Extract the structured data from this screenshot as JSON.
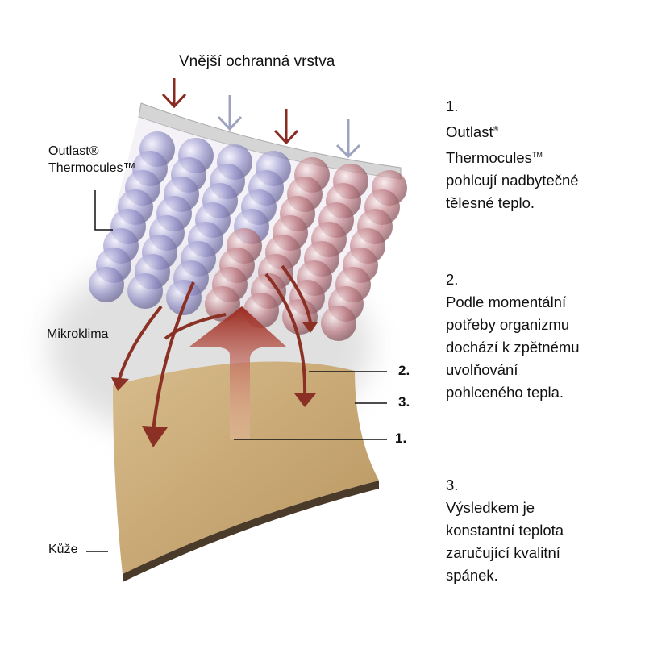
{
  "title": "Vnější ochranná vrstva",
  "labels": {
    "outlast": "Outlast®",
    "thermocules": "Thermocules™",
    "mikroklima": "Mikroklima",
    "kuze": "Kůže",
    "num2": "2.",
    "num3": "3.",
    "num1": "1."
  },
  "steps": [
    {
      "number": "1.",
      "lines": [
        "Outlast",
        "Thermocules",
        "pohlcují nadbytečné",
        "tělesné teplo."
      ],
      "marks": [
        "®",
        "TM"
      ]
    },
    {
      "number": "2.",
      "lines": [
        "Podle momentální",
        "potřeby organizmu",
        "dochází k zpětnému",
        "uvolňování",
        "pohlceného tepla."
      ]
    },
    {
      "number": "3.",
      "lines": [
        "Výsledkem je",
        "konstantní teplota",
        "zaručující  kvalitní",
        "spánek."
      ]
    }
  ],
  "colors": {
    "dark_red": "#8b2a22",
    "light_blue": "#9ea4c0",
    "skin": "#c9a877",
    "sphere_blue": "#8a86c8",
    "sphere_red": "#b86a72"
  }
}
